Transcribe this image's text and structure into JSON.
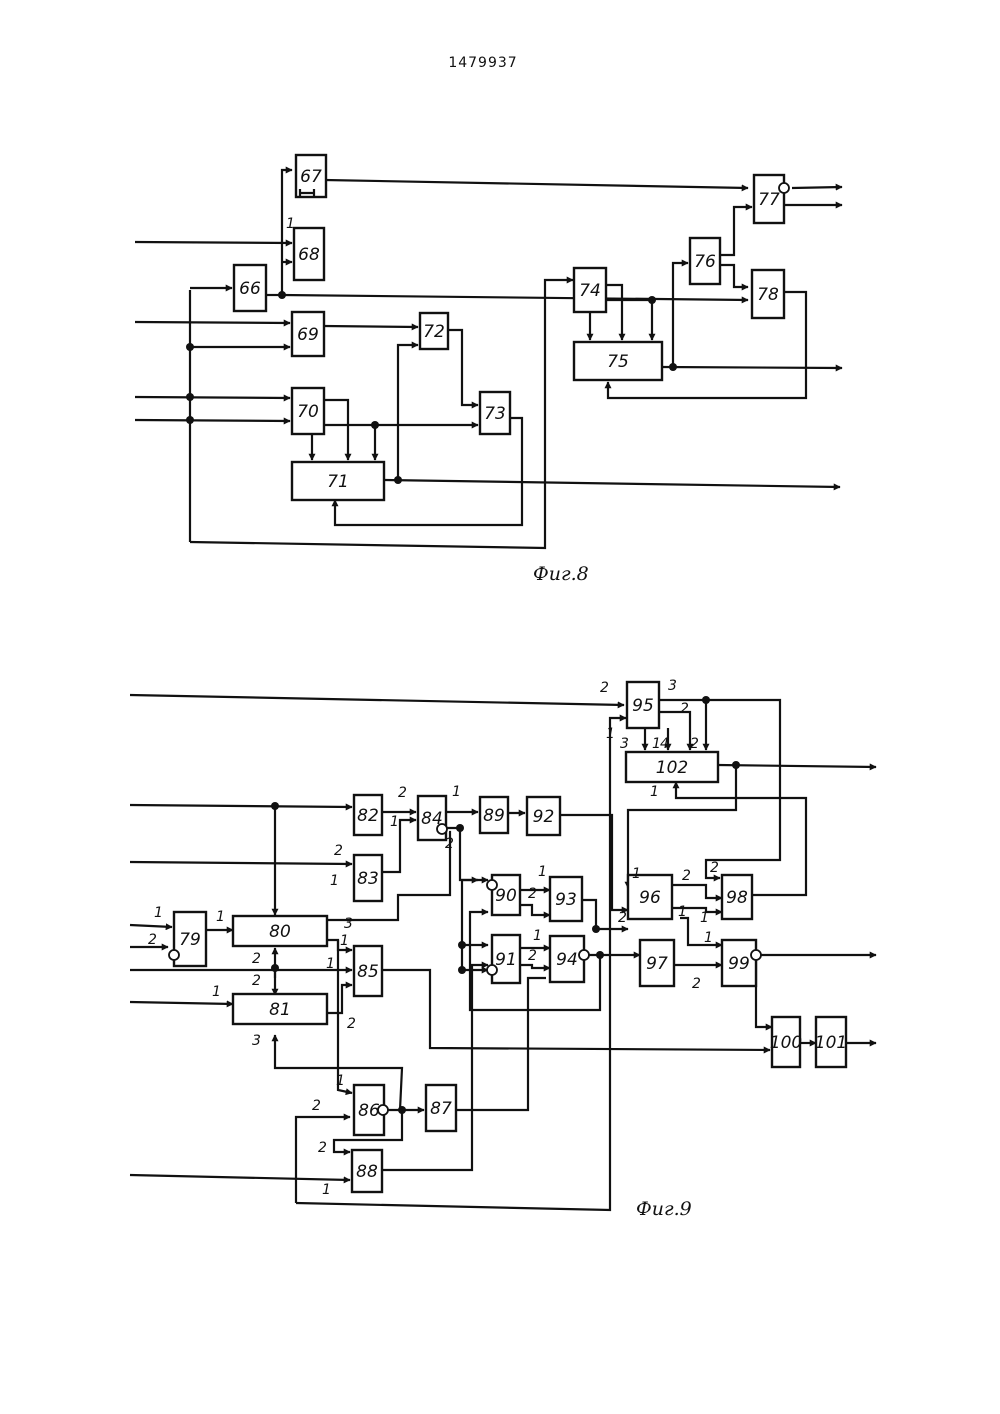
{
  "patent_number": "1479937",
  "figures": [
    {
      "caption": "Фиг.8",
      "blocks": [
        "66",
        "67",
        "68",
        "69",
        "70",
        "71",
        "72",
        "73",
        "74",
        "75",
        "76",
        "77",
        "78"
      ],
      "pin_labels": [
        "1"
      ]
    },
    {
      "caption": "Фиг.9",
      "blocks": [
        "79",
        "80",
        "81",
        "82",
        "83",
        "84",
        "85",
        "86",
        "87",
        "88",
        "89",
        "90",
        "91",
        "92",
        "93",
        "94",
        "95",
        "96",
        "97",
        "98",
        "99",
        "100",
        "101",
        "102"
      ],
      "pin_labels": [
        "1",
        "2",
        "3",
        "4"
      ]
    }
  ]
}
